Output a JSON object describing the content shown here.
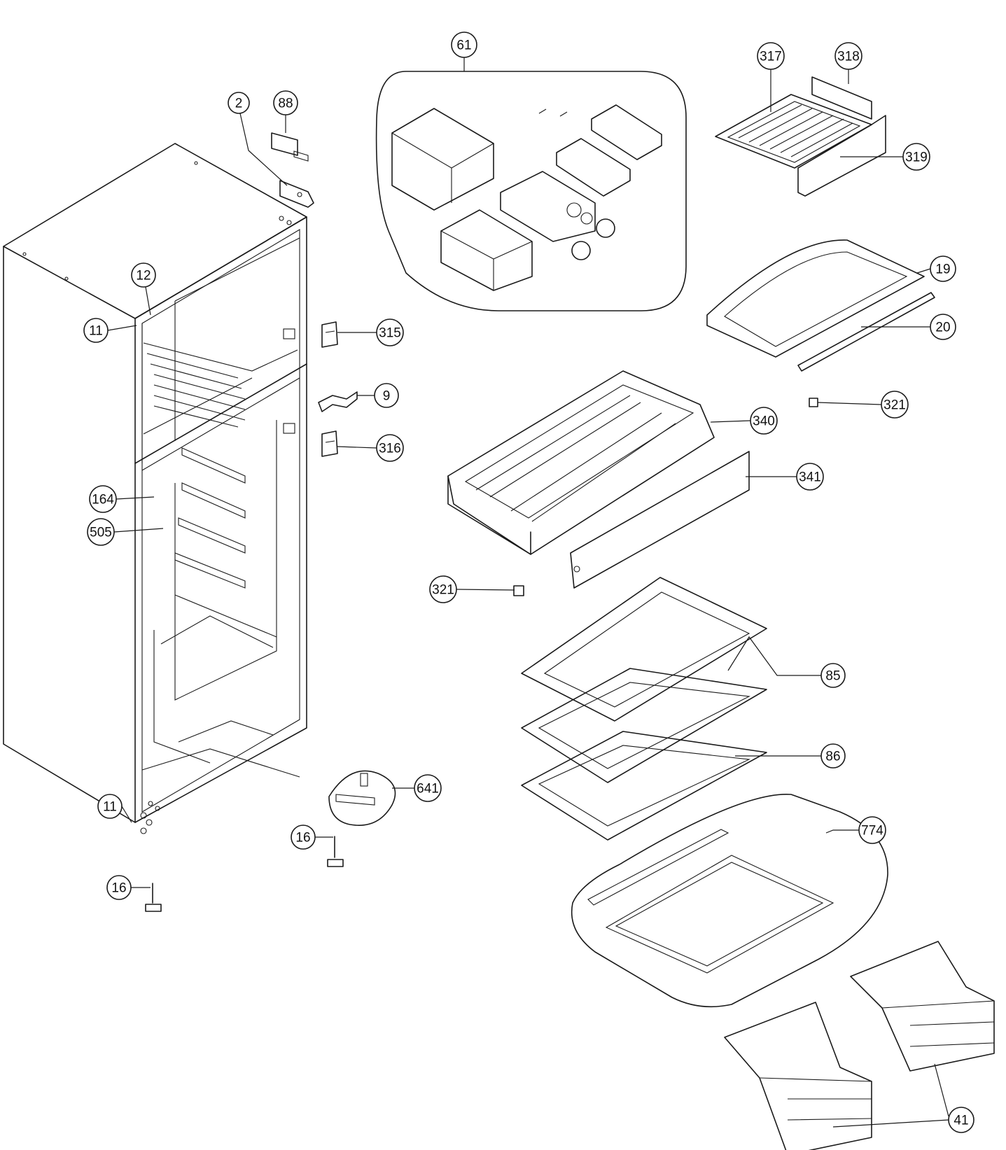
{
  "diagram": {
    "callouts": [
      {
        "id": "61",
        "label": "61"
      },
      {
        "id": "317",
        "label": "317"
      },
      {
        "id": "318",
        "label": "318"
      },
      {
        "id": "319",
        "label": "319"
      },
      {
        "id": "2",
        "label": "2"
      },
      {
        "id": "88",
        "label": "88"
      },
      {
        "id": "12",
        "label": "12"
      },
      {
        "id": "11a",
        "label": "11"
      },
      {
        "id": "315",
        "label": "315"
      },
      {
        "id": "19",
        "label": "19"
      },
      {
        "id": "20",
        "label": "20"
      },
      {
        "id": "9",
        "label": "9"
      },
      {
        "id": "321a",
        "label": "321"
      },
      {
        "id": "340",
        "label": "340"
      },
      {
        "id": "316",
        "label": "316"
      },
      {
        "id": "341",
        "label": "341"
      },
      {
        "id": "164",
        "label": "164"
      },
      {
        "id": "505",
        "label": "505"
      },
      {
        "id": "321b",
        "label": "321"
      },
      {
        "id": "85",
        "label": "85"
      },
      {
        "id": "86",
        "label": "86"
      },
      {
        "id": "641",
        "label": "641"
      },
      {
        "id": "11b",
        "label": "11"
      },
      {
        "id": "774",
        "label": "774"
      },
      {
        "id": "16a",
        "label": "16"
      },
      {
        "id": "16b",
        "label": "16"
      },
      {
        "id": "41",
        "label": "41"
      }
    ]
  }
}
